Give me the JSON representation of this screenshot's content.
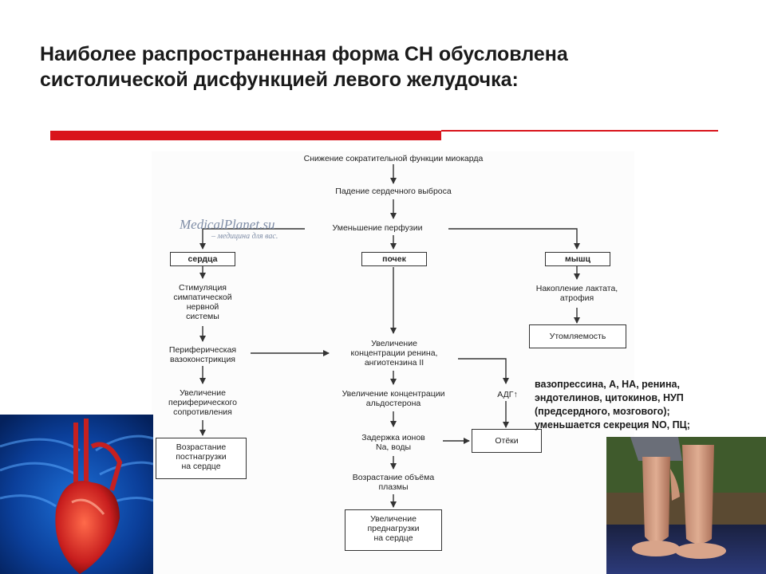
{
  "title": {
    "line1": "Наиболее распространенная форма СН обусловлена",
    "line2": "систолической дисфункцией левого желудочка:"
  },
  "watermark": {
    "line1": "MedicalPlanet.su",
    "line2": "– медицина для вас."
  },
  "diagram": {
    "top1": "Снижение сократительной функции миокарда",
    "top2": "Падение сердечного выброса",
    "top3": "Уменьшение перфузии",
    "heart_box": "сердца",
    "kidney_box": "почек",
    "muscle_box": "мышц",
    "sympathetic": [
      "Стимуляция",
      "симпатической",
      "нервной",
      "системы"
    ],
    "vasoconstriction": [
      "Периферическая",
      "вазоконстрикция"
    ],
    "resistance": [
      "Увеличение",
      "периферического",
      "сопротивления"
    ],
    "afterload": [
      "Возрастание",
      "постнагрузки",
      "на сердце"
    ],
    "renin": [
      "Увеличение",
      "концентрации ренина,",
      "ангиотензина II"
    ],
    "aldosterone": [
      "Увеличение концентрации",
      "альдостерона"
    ],
    "sodium": [
      "Задержка ионов",
      "Na, воды"
    ],
    "plasma": [
      "Возрастание объёма",
      "плазмы"
    ],
    "preload": [
      "Увеличение",
      "преднагрузки",
      "на сердце"
    ],
    "lactate": [
      "Накопление лактата,",
      "атрофия"
    ],
    "fatigue": "Утомляемость",
    "adh": "АДГ↑",
    "edema": "Отёки"
  },
  "side_note": [
    "  вазопрессина, А, НА, ренина,",
    "эндотелинов, цитокинов, НУП",
    "(предсердного, мозгового);",
    "уменьшается секреция NO, ПЦ;"
  ],
  "colors": {
    "accent_red": "#d9141b",
    "text": "#1a1a1a"
  }
}
